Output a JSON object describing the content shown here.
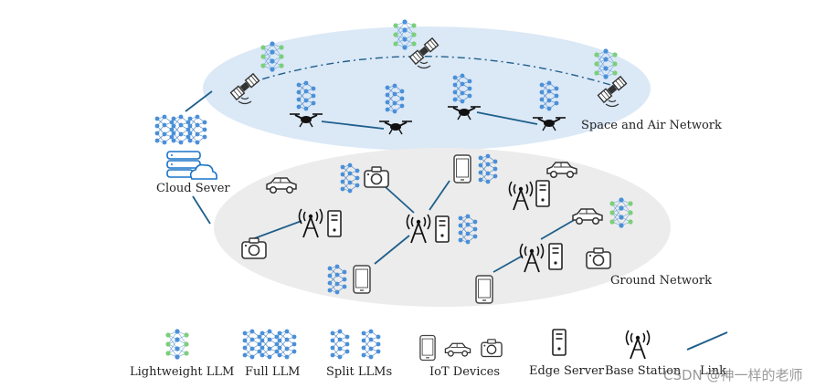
{
  "labels": {
    "space_network": "Space and Air Network",
    "ground_network": "Ground Network",
    "cloud_server": "Cloud Sever"
  },
  "legend": {
    "lightweight_llm": "Lightweight LLM",
    "full_llm": "Full LLM",
    "split_llms": "Split LLMs",
    "iot_devices": "IoT Devices",
    "edge_server": "Edge Server",
    "base_station": "Base Station",
    "link": "Link"
  },
  "watermark": "CSDN @神一样的老师",
  "colors": {
    "space_ellipse": "#dbe8f6",
    "ground_ellipse": "#ececec",
    "link": "#1f5f8b",
    "neural_blue": "#4a90d9",
    "neural_green": "#7bcf7b",
    "icon_dark": "#2a2a2a"
  }
}
